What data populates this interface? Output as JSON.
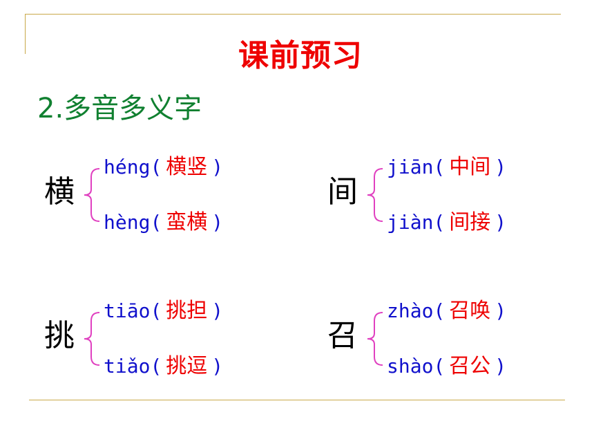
{
  "slide": {
    "title": "课前预习",
    "section_heading": "2.多音多义字"
  },
  "entries": [
    {
      "char": "横",
      "readings": [
        {
          "pinyin": "héng",
          "word": "横竖"
        },
        {
          "pinyin": "hèng",
          "word": "蛮横"
        }
      ]
    },
    {
      "char": "间",
      "readings": [
        {
          "pinyin": "jiān",
          "word": "中间"
        },
        {
          "pinyin": "jiàn",
          "word": "间接"
        }
      ]
    },
    {
      "char": "挑",
      "readings": [
        {
          "pinyin": "tiāo",
          "word": "挑担"
        },
        {
          "pinyin": "tiǎo",
          "word": "挑逗"
        }
      ]
    },
    {
      "char": "召",
      "readings": [
        {
          "pinyin": "zhào",
          "word": "召唤"
        },
        {
          "pinyin": "shào",
          "word": "召公"
        }
      ]
    }
  ],
  "punctuation": {
    "open": "(",
    "close": ")"
  },
  "colors": {
    "title": "#ee0000",
    "heading": "#108030",
    "pinyin": "#1010cc",
    "word": "#ee0000",
    "brace": "#e040c0",
    "frame": "#c8a848"
  }
}
